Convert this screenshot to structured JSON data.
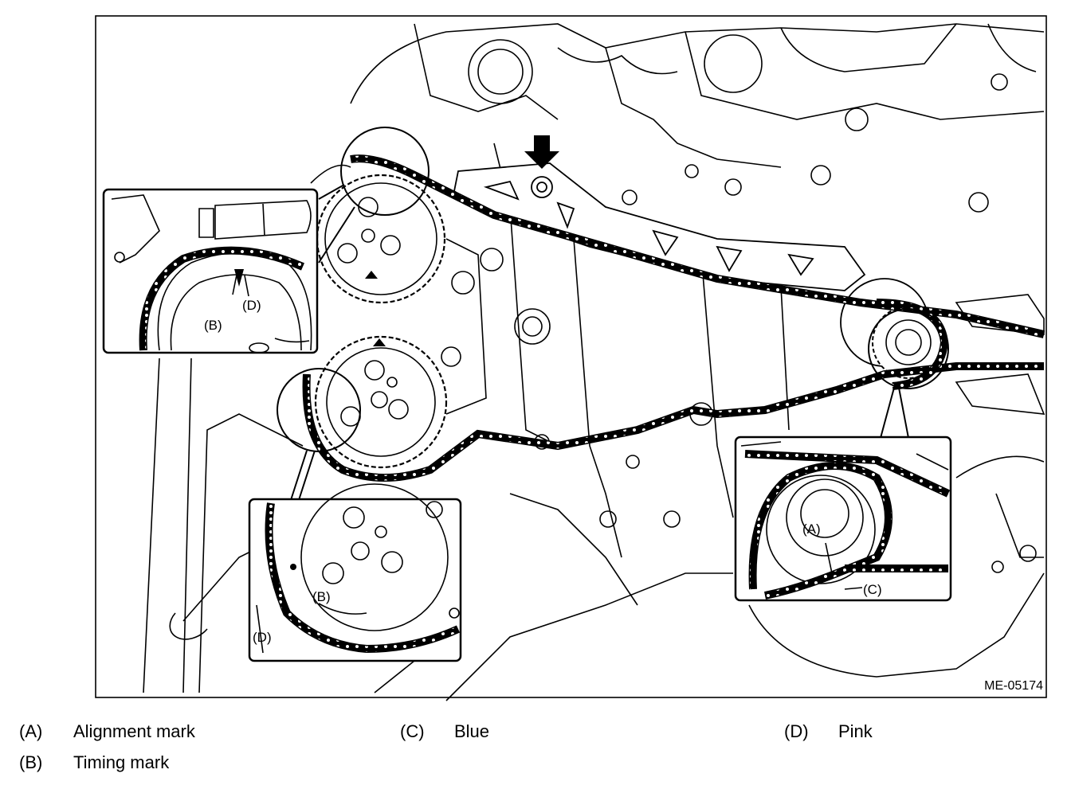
{
  "figure": {
    "id": "ME-05174",
    "callouts": {
      "inset_cam_b": "(B)",
      "inset_cam_d": "(D)",
      "inset_crank_b": "(B)",
      "inset_crank_d": "(D)",
      "inset_idler_a": "(A)",
      "inset_idler_c": "(C)"
    }
  },
  "legend": [
    {
      "code": "(A)",
      "text": "Alignment mark"
    },
    {
      "code": "(B)",
      "text": "Timing mark"
    },
    {
      "code": "(C)",
      "text": "Blue"
    },
    {
      "code": "(D)",
      "text": "Pink"
    }
  ]
}
